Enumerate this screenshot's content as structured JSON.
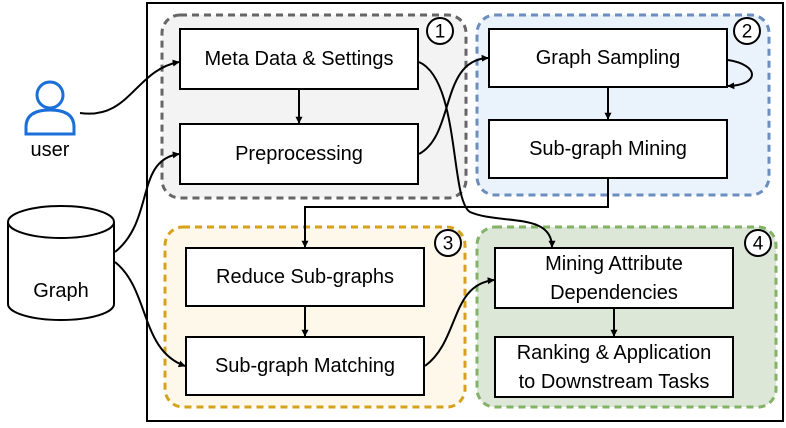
{
  "actors": {
    "user": "user",
    "graph": "Graph"
  },
  "groups": [
    {
      "number": "1",
      "border_color": "#666666",
      "fill_color": "#f3f3f3",
      "boxes": [
        "Meta Data & Settings",
        "Preprocessing"
      ]
    },
    {
      "number": "2",
      "border_color": "#6c8ebf",
      "fill_color": "#eaf2fb",
      "boxes": [
        "Graph Sampling",
        "Sub-graph Mining"
      ]
    },
    {
      "number": "3",
      "border_color": "#d6a21e",
      "fill_color": "#fdf8e9",
      "boxes": [
        "Reduce Sub-graphs",
        "Sub-graph Matching"
      ]
    },
    {
      "number": "4",
      "border_color": "#82b366",
      "fill_color": "#dde7d8",
      "boxes": [
        [
          "Mining Attribute",
          "Dependencies"
        ],
        [
          "Ranking & Application",
          "to Downstream Tasks"
        ]
      ]
    }
  ],
  "colors": {
    "user_icon": "#1a6fd9"
  }
}
